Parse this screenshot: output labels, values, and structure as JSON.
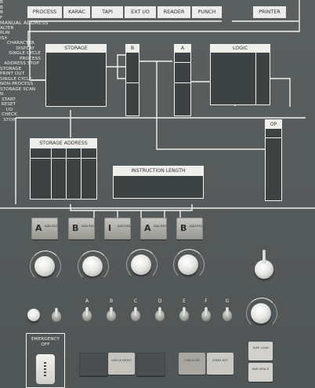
{
  "top_buttons": [
    "PROCESS",
    "KARAC",
    "TAPI",
    "EXT I/O",
    "READER",
    "PUNCH",
    "PRINTER"
  ],
  "registers": {
    "storage": "STORAGE",
    "b": "B",
    "a": "A",
    "logic": "LOGIC",
    "op": "OP",
    "storage_address": "STORAGE ADDRESS",
    "instruction_length": "INSTRUCTION LENGTH"
  },
  "address_select": [
    {
      "letter": "A",
      "small": "ADD REG"
    },
    {
      "letter": "B",
      "small": "ADD REG"
    },
    {
      "letter": "I",
      "small": "ADD REG"
    },
    {
      "letter": "A",
      "small": "ADD REG"
    },
    {
      "letter": "B",
      "small": "ADD REG"
    }
  ],
  "manual_address_knobs": [
    "B",
    "B",
    "B",
    "F"
  ],
  "manual_address_label": "MANUAL ADDRESS",
  "mode_switch": {
    "alter": "ALTER",
    "run": "RUN",
    "isx": "ISX",
    "character_display": "CHARACTER DISPLAY",
    "single_cycle_process": "SINGLE CYCLE PROCESS",
    "address_stop": "ADDRESS STOP",
    "storage_print_out": "STORAGE PRINT OUT",
    "single_cycle_non_process": "SINGLE CYCLE NON-PROCESS",
    "storage_scan": "STORAGE SCAN"
  },
  "right_knob_label": "N",
  "start_reset": "START RESET",
  "check_stop": "I/O CHECK STOP",
  "toggle_labels": [
    "A",
    "B",
    "C",
    "D",
    "E",
    "F",
    "G"
  ],
  "emergency_off": "EMERGENCY OFF",
  "bottom_buttons": {
    "b1": "",
    "b2": "CHECK RESET",
    "b3": "",
    "b4": "CHECK EN",
    "b5": "START KEY",
    "tape_top": "TAPE LOAD",
    "tape_bottom": "BAR SPACE"
  },
  "colors": {
    "panel": "#565b5c",
    "line": "#f2f2ef",
    "window": "#3d4243",
    "bottom_button_dark": "#4a4e4f",
    "bottom_button_light": "#c4c3be"
  }
}
